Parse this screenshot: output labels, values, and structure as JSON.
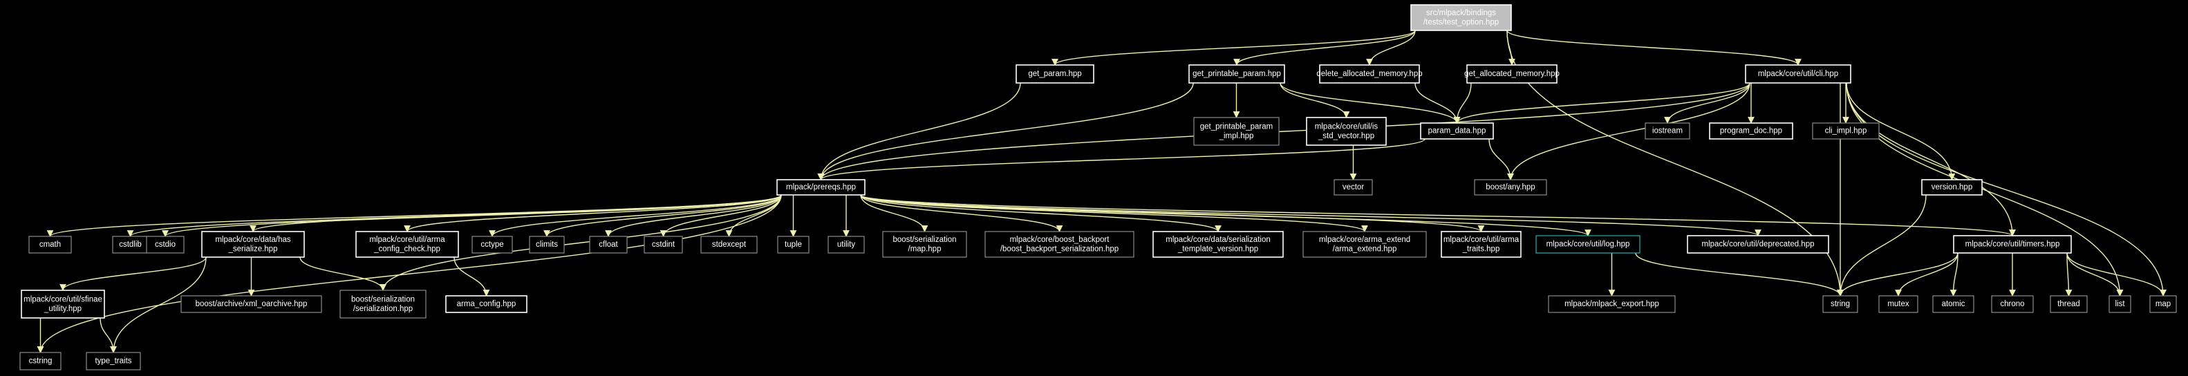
{
  "colors": {
    "background": "#000000",
    "edge": "#f0f0b0",
    "node_border_bright": "#ffffff",
    "node_border_dim": "#8c8c8c",
    "root_fill": "#bfbfbf",
    "root_text": "#000000",
    "log_border": "#20b0b0"
  },
  "nodes": [
    {
      "id": "root",
      "lines": [
        "src/mlpack/bindings",
        "/tests/test_option.hpp"
      ],
      "style": "root"
    },
    {
      "id": "get_param",
      "lines": [
        "get_param.hpp"
      ],
      "style": "bright"
    },
    {
      "id": "get_printable_param",
      "lines": [
        "get_printable_param.hpp"
      ],
      "style": "bright"
    },
    {
      "id": "delete_allocated_memory",
      "lines": [
        "delete_allocated_memory.hpp"
      ],
      "style": "bright"
    },
    {
      "id": "get_allocated_memory",
      "lines": [
        "get_allocated_memory.hpp"
      ],
      "style": "bright"
    },
    {
      "id": "cli",
      "lines": [
        "mlpack/core/util/cli.hpp"
      ],
      "style": "bright"
    },
    {
      "id": "gpp_impl",
      "lines": [
        "get_printable_param",
        "_impl.hpp"
      ],
      "style": "dim"
    },
    {
      "id": "is_std_vector",
      "lines": [
        "mlpack/core/util/is",
        "_std_vector.hpp"
      ],
      "style": "bright"
    },
    {
      "id": "param_data",
      "lines": [
        "param_data.hpp"
      ],
      "style": "bright"
    },
    {
      "id": "iostream",
      "lines": [
        "iostream"
      ],
      "style": "dim"
    },
    {
      "id": "program_doc",
      "lines": [
        "program_doc.hpp"
      ],
      "style": "bright"
    },
    {
      "id": "cli_impl",
      "lines": [
        "cli_impl.hpp"
      ],
      "style": "dim"
    },
    {
      "id": "prereqs",
      "lines": [
        "mlpack/prereqs.hpp"
      ],
      "style": "bright"
    },
    {
      "id": "vector",
      "lines": [
        "vector"
      ],
      "style": "dim"
    },
    {
      "id": "boost_any",
      "lines": [
        "boost/any.hpp"
      ],
      "style": "dim"
    },
    {
      "id": "version",
      "lines": [
        "version.hpp"
      ],
      "style": "bright"
    },
    {
      "id": "cmath",
      "lines": [
        "cmath"
      ],
      "style": "dim"
    },
    {
      "id": "cstdlib",
      "lines": [
        "cstdlib"
      ],
      "style": "dim"
    },
    {
      "id": "cstdio",
      "lines": [
        "cstdio"
      ],
      "style": "dim"
    },
    {
      "id": "has_serialize",
      "lines": [
        "mlpack/core/data/has",
        "_serialize.hpp"
      ],
      "style": "bright"
    },
    {
      "id": "arma_config_check",
      "lines": [
        "mlpack/core/util/arma",
        "_config_check.hpp"
      ],
      "style": "bright"
    },
    {
      "id": "cctype",
      "lines": [
        "cctype"
      ],
      "style": "dim"
    },
    {
      "id": "climits",
      "lines": [
        "climits"
      ],
      "style": "dim"
    },
    {
      "id": "cfloat",
      "lines": [
        "cfloat"
      ],
      "style": "dim"
    },
    {
      "id": "cstdint",
      "lines": [
        "cstdint"
      ],
      "style": "dim"
    },
    {
      "id": "stdexcept",
      "lines": [
        "stdexcept"
      ],
      "style": "dim"
    },
    {
      "id": "tuple",
      "lines": [
        "tuple"
      ],
      "style": "dim"
    },
    {
      "id": "utility",
      "lines": [
        "utility"
      ],
      "style": "dim"
    },
    {
      "id": "boost_ser_map",
      "lines": [
        "boost/serialization",
        "/map.hpp"
      ],
      "style": "dim"
    },
    {
      "id": "boost_backport",
      "lines": [
        "mlpack/core/boost_backport",
        "/boost_backport_serialization.hpp"
      ],
      "style": "dim"
    },
    {
      "id": "ser_template_version",
      "lines": [
        "mlpack/core/data/serialization",
        "_template_version.hpp"
      ],
      "style": "bright"
    },
    {
      "id": "arma_extend",
      "lines": [
        "mlpack/core/arma_extend",
        "/arma_extend.hpp"
      ],
      "style": "dim"
    },
    {
      "id": "arma_traits",
      "lines": [
        "mlpack/core/util/arma",
        "_traits.hpp"
      ],
      "style": "bright"
    },
    {
      "id": "log",
      "lines": [
        "mlpack/core/util/log.hpp"
      ],
      "style": "log"
    },
    {
      "id": "deprecated",
      "lines": [
        "mlpack/core/util/deprecated.hpp"
      ],
      "style": "bright"
    },
    {
      "id": "timers",
      "lines": [
        "mlpack/core/util/timers.hpp"
      ],
      "style": "bright"
    },
    {
      "id": "sfinae",
      "lines": [
        "mlpack/core/util/sfinae",
        "_utility.hpp"
      ],
      "style": "bright"
    },
    {
      "id": "xml_oarchive",
      "lines": [
        "boost/archive/xml_oarchive.hpp"
      ],
      "style": "dim"
    },
    {
      "id": "boost_ser_serialization",
      "lines": [
        "boost/serialization",
        "/serialization.hpp"
      ],
      "style": "dim"
    },
    {
      "id": "arma_config",
      "lines": [
        "arma_config.hpp"
      ],
      "style": "bright"
    },
    {
      "id": "mlpack_export",
      "lines": [
        "mlpack/mlpack_export.hpp"
      ],
      "style": "dim"
    },
    {
      "id": "string",
      "lines": [
        "string"
      ],
      "style": "dim"
    },
    {
      "id": "mutex",
      "lines": [
        "mutex"
      ],
      "style": "dim"
    },
    {
      "id": "atomic",
      "lines": [
        "atomic"
      ],
      "style": "dim"
    },
    {
      "id": "chrono",
      "lines": [
        "chrono"
      ],
      "style": "dim"
    },
    {
      "id": "thread",
      "lines": [
        "thread"
      ],
      "style": "dim"
    },
    {
      "id": "list",
      "lines": [
        "list"
      ],
      "style": "dim"
    },
    {
      "id": "map",
      "lines": [
        "map"
      ],
      "style": "dim"
    },
    {
      "id": "cstring",
      "lines": [
        "cstring"
      ],
      "style": "dim"
    },
    {
      "id": "type_traits",
      "lines": [
        "type_traits"
      ],
      "style": "dim"
    }
  ],
  "edges": [
    [
      "root",
      "get_param"
    ],
    [
      "root",
      "get_printable_param"
    ],
    [
      "root",
      "delete_allocated_memory"
    ],
    [
      "root",
      "get_allocated_memory"
    ],
    [
      "root",
      "cli"
    ],
    [
      "root",
      "string"
    ],
    [
      "get_param",
      "prereqs"
    ],
    [
      "get_printable_param",
      "gpp_impl"
    ],
    [
      "get_printable_param",
      "is_std_vector"
    ],
    [
      "get_printable_param",
      "param_data"
    ],
    [
      "get_printable_param",
      "prereqs"
    ],
    [
      "delete_allocated_memory",
      "param_data"
    ],
    [
      "get_allocated_memory",
      "param_data"
    ],
    [
      "cli",
      "param_data"
    ],
    [
      "cli",
      "iostream"
    ],
    [
      "cli",
      "program_doc"
    ],
    [
      "cli",
      "cli_impl"
    ],
    [
      "cli",
      "prereqs"
    ],
    [
      "cli",
      "boost_any"
    ],
    [
      "cli",
      "version"
    ],
    [
      "cli",
      "timers"
    ],
    [
      "cli",
      "string"
    ],
    [
      "cli",
      "list"
    ],
    [
      "cli",
      "map"
    ],
    [
      "is_std_vector",
      "vector"
    ],
    [
      "param_data",
      "prereqs"
    ],
    [
      "param_data",
      "boost_any"
    ],
    [
      "version",
      "string"
    ],
    [
      "prereqs",
      "cmath"
    ],
    [
      "prereqs",
      "cstdlib"
    ],
    [
      "prereqs",
      "cstdio"
    ],
    [
      "prereqs",
      "has_serialize"
    ],
    [
      "prereqs",
      "arma_config_check"
    ],
    [
      "prereqs",
      "cctype"
    ],
    [
      "prereqs",
      "climits"
    ],
    [
      "prereqs",
      "cfloat"
    ],
    [
      "prereqs",
      "cstdint"
    ],
    [
      "prereqs",
      "stdexcept"
    ],
    [
      "prereqs",
      "tuple"
    ],
    [
      "prereqs",
      "utility"
    ],
    [
      "prereqs",
      "boost_ser_map"
    ],
    [
      "prereqs",
      "boost_backport"
    ],
    [
      "prereqs",
      "ser_template_version"
    ],
    [
      "prereqs",
      "arma_extend"
    ],
    [
      "prereqs",
      "arma_traits"
    ],
    [
      "prereqs",
      "log"
    ],
    [
      "prereqs",
      "deprecated"
    ],
    [
      "prereqs",
      "timers"
    ],
    [
      "prereqs",
      "cstring"
    ],
    [
      "prereqs",
      "boost_ser_serialization"
    ],
    [
      "has_serialize",
      "sfinae"
    ],
    [
      "has_serialize",
      "xml_oarchive"
    ],
    [
      "has_serialize",
      "boost_ser_serialization"
    ],
    [
      "has_serialize",
      "type_traits"
    ],
    [
      "arma_config_check",
      "arma_config"
    ],
    [
      "log",
      "mlpack_export"
    ],
    [
      "log",
      "string"
    ],
    [
      "timers",
      "string"
    ],
    [
      "timers",
      "mutex"
    ],
    [
      "timers",
      "atomic"
    ],
    [
      "timers",
      "chrono"
    ],
    [
      "timers",
      "thread"
    ],
    [
      "timers",
      "list"
    ],
    [
      "timers",
      "map"
    ],
    [
      "sfinae",
      "cstring"
    ],
    [
      "sfinae",
      "type_traits"
    ]
  ]
}
